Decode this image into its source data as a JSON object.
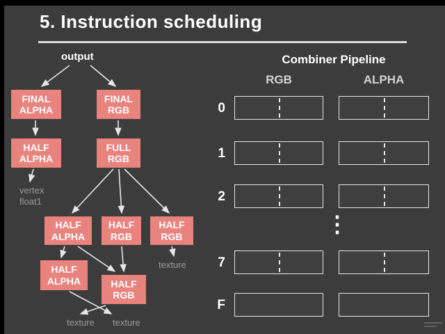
{
  "slide": {
    "title": "5. Instruction scheduling"
  },
  "colors": {
    "background": "#3c3c3c",
    "node_box": "#e8837e",
    "muted_text": "#9b9b9b",
    "line": "#e6e6e6"
  },
  "diagram": {
    "output_label": "output",
    "nodes": {
      "final_alpha": "FINAL\nALPHA",
      "final_rgb": "FINAL\nRGB",
      "half_alpha_1": "HALF\nALPHA",
      "full_rgb": "FULL\nRGB",
      "half_alpha_2": "HALF\nALPHA",
      "half_rgb_1": "HALF\nRGB",
      "half_rgb_2": "HALF\nRGB",
      "half_alpha_3": "HALF\nALPHA",
      "half_rgb_3": "HALF\nRGB"
    },
    "labels": {
      "vertex": "vertex\nfloat1",
      "texture_right": "texture",
      "texture_bottom_1": "texture",
      "texture_bottom_2": "texture"
    }
  },
  "pipeline": {
    "title": "Combiner Pipeline",
    "columns": [
      "RGB",
      "ALPHA"
    ],
    "ellipsis": "⋮",
    "rows": [
      {
        "label": "0"
      },
      {
        "label": "1"
      },
      {
        "label": "2"
      },
      {
        "label": "7"
      },
      {
        "label": "F"
      }
    ]
  }
}
